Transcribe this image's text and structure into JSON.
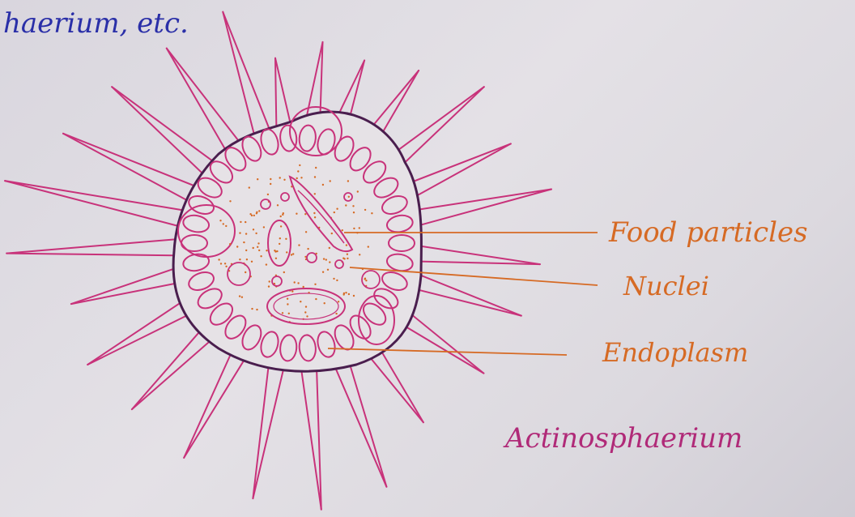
{
  "page_fragment": "haerium, etc.",
  "labels": {
    "food_particles": "Food particles",
    "nuclei": "Nuclei",
    "endoplasm": "Endoplasm"
  },
  "title": "Actinosphaerium",
  "colors": {
    "paper": "#dedbe1",
    "ink_blue": "#2a2fa8",
    "ink_orange": "#d66a24",
    "ink_pink": "#c8327a",
    "ink_outline": "#4a1e4e",
    "ink_title": "#b02a78"
  }
}
